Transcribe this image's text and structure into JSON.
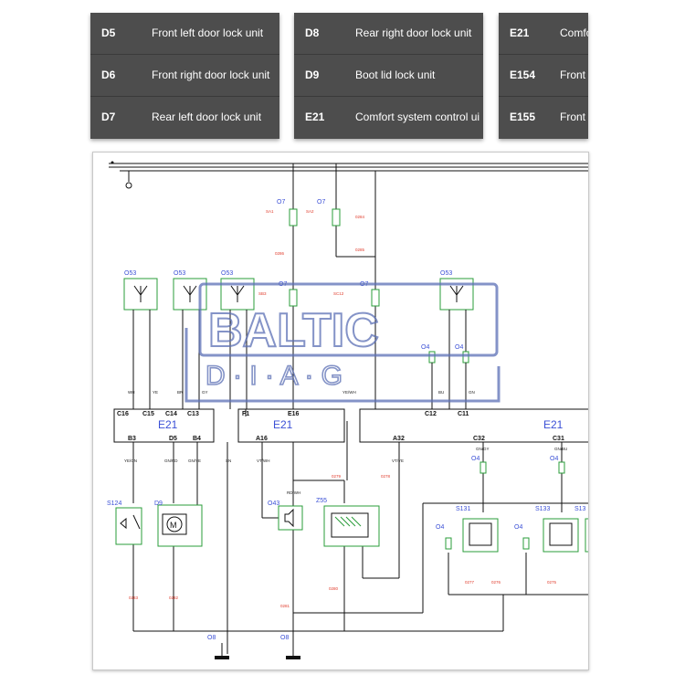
{
  "legend": {
    "table1": [
      {
        "code": "D5",
        "desc": "Front left door lock unit"
      },
      {
        "code": "D6",
        "desc": "Front right door lock unit"
      },
      {
        "code": "D7",
        "desc": "Rear left door lock unit"
      }
    ],
    "table2": [
      {
        "code": "D8",
        "desc": "Rear right door lock unit"
      },
      {
        "code": "D9",
        "desc": "Boot lid lock unit"
      },
      {
        "code": "E21",
        "desc": "Comfort system control ui"
      }
    ],
    "table3": [
      {
        "code": "E21",
        "desc": "Comfo"
      },
      {
        "code": "E154",
        "desc": "Front"
      },
      {
        "code": "E155",
        "desc": "Front"
      }
    ]
  },
  "watermark": {
    "line1": "BALTIC",
    "line2": "D · I · A · G"
  },
  "diagram": {
    "ecu": "E21",
    "fuse_labels": [
      "O7",
      "O7",
      "O7",
      "O7"
    ],
    "fuse_values": [
      "SA1",
      "SA2",
      "SB3",
      "SC12"
    ],
    "antenna_labels": [
      "O53",
      "O53",
      "O53",
      "O53"
    ],
    "left_pins_top": [
      "C16",
      "C15",
      "C14",
      "C13"
    ],
    "left_pins_bottom": [
      "B3",
      "D5",
      "B4"
    ],
    "mid_pins_top": [
      "F1",
      "E16"
    ],
    "mid_pins_bottom": [
      "A16"
    ],
    "right_pins_top": [
      "C12",
      "C11"
    ],
    "right_pins_bottom": [
      "A32",
      "C32",
      "C31"
    ],
    "components": {
      "switch": "S124",
      "lock": "D9",
      "buzzer": "O43",
      "module": "Z55",
      "sensor1": "S131",
      "sensor2": "S133",
      "sensor3": "S13",
      "connector": "O4",
      "ground": "O8"
    },
    "wire_colors": [
      "WH",
      "YE",
      "BR",
      "GY",
      "YE/WH",
      "BU",
      "GN",
      "YE/GN",
      "GN/RD",
      "GN/YE",
      "SN",
      "VT/WH",
      "VT/YE",
      "RD/WH",
      "GN/GY",
      "GN/BU"
    ],
    "red_codes": [
      "0286",
      "0285",
      "0284",
      "0283",
      "0282",
      "0281",
      "0280",
      "0279",
      "0278",
      "0277",
      "0276",
      "0275",
      "0274",
      "0273"
    ]
  }
}
